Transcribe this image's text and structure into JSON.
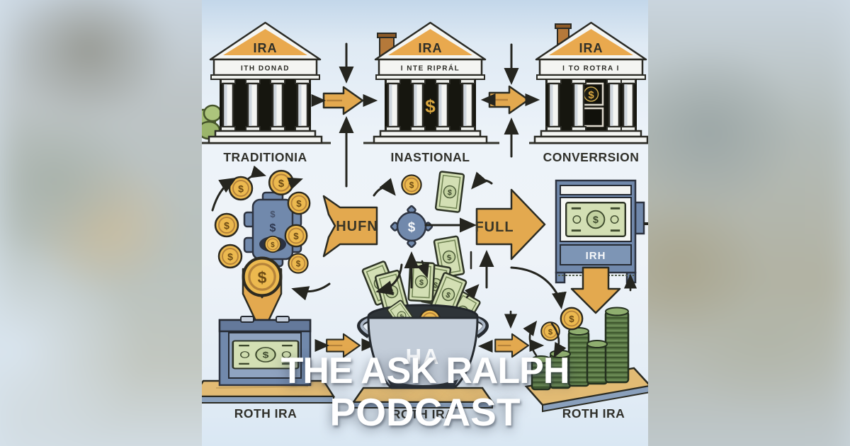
{
  "overlay": {
    "line1": "THE ASK RALPH",
    "line2": "PODCAST"
  },
  "banks": [
    {
      "pediment": "IRA",
      "frieze": "ITH DONAD",
      "label": "TRADITIONIA"
    },
    {
      "pediment": "IRA",
      "frieze": "I NTE RIPRÁL",
      "label": "INASTIONAL"
    },
    {
      "pediment": "IRA",
      "frieze": "I TO ROTRA I",
      "label": "CONVERRSION"
    }
  ],
  "flow": {
    "funnel_arrow_label": "HUFN",
    "full_arrow_label": "FULL",
    "machine_label": "IRH",
    "pot_label": "HA"
  },
  "bottom_labels": {
    "box": "ROTH IRA",
    "pot": "ROTH IRA",
    "stacks": "ROTH IRA"
  },
  "symbols": {
    "dollar": "$"
  },
  "colors": {
    "gold": "#e3a94f",
    "blue": "#7189ac",
    "bill_green": "#d3dfb4",
    "coin_gold": "#ecb94f",
    "sky": "#e9f1f8",
    "outline": "#2b2b25",
    "title_white": "#ffffff"
  }
}
